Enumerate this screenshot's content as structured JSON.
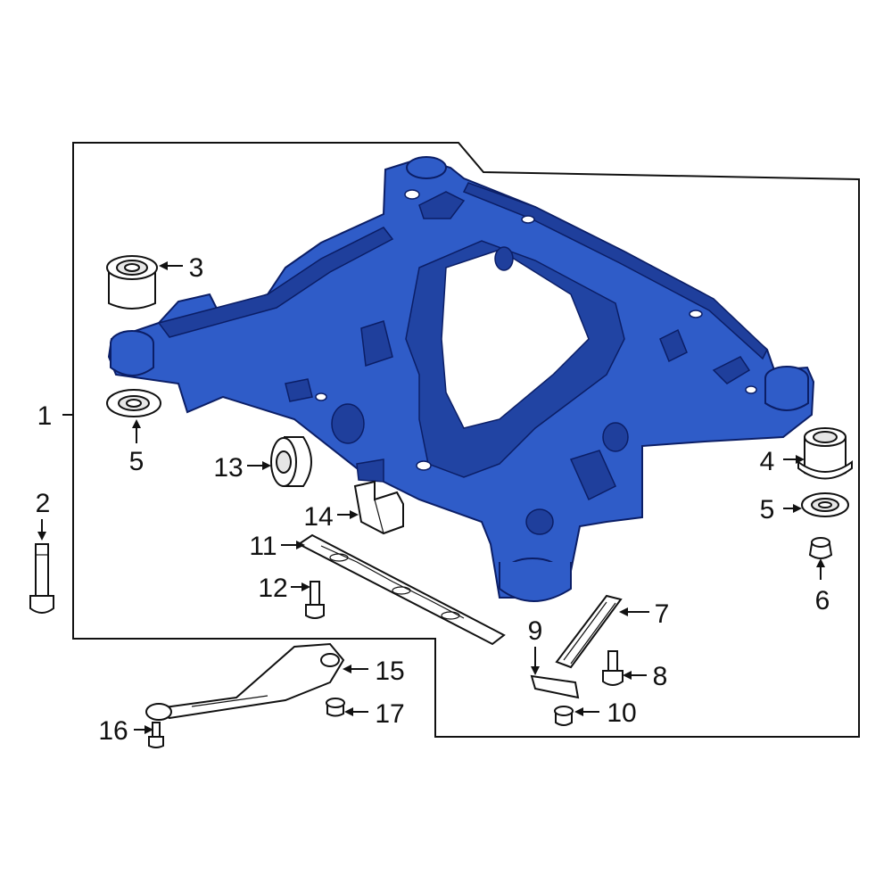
{
  "diagram": {
    "colors": {
      "frame_blue": "#2f5cc8",
      "frame_shade": "#1f3f9c",
      "line": "#111111",
      "background": "#ffffff"
    },
    "callouts": [
      {
        "id": "1",
        "text": "1"
      },
      {
        "id": "2",
        "text": "2"
      },
      {
        "id": "3",
        "text": "3"
      },
      {
        "id": "4",
        "text": "4"
      },
      {
        "id": "5a",
        "text": "5"
      },
      {
        "id": "5b",
        "text": "5"
      },
      {
        "id": "6",
        "text": "6"
      },
      {
        "id": "7",
        "text": "7"
      },
      {
        "id": "8",
        "text": "8"
      },
      {
        "id": "9",
        "text": "9"
      },
      {
        "id": "10",
        "text": "10"
      },
      {
        "id": "11",
        "text": "11"
      },
      {
        "id": "12",
        "text": "12"
      },
      {
        "id": "13",
        "text": "13"
      },
      {
        "id": "14",
        "text": "14"
      },
      {
        "id": "15",
        "text": "15"
      },
      {
        "id": "16",
        "text": "16"
      },
      {
        "id": "17",
        "text": "17"
      }
    ]
  }
}
